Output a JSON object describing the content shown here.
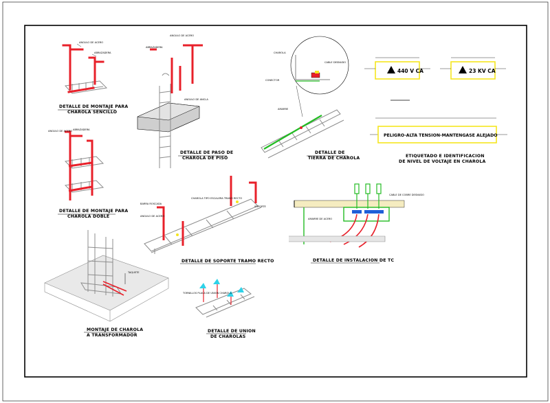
{
  "captions": {
    "sencillo_1": "DETALLE DE MONTAJE PARA",
    "sencillo_2": "CHAROLA SENCILLO",
    "doble_1": "DETALLE DE MONTAJE PARA",
    "doble_2": "CHAROLA DOBLE",
    "paso_1": "DETALLE DE PASO DE",
    "paso_2": "CHAROLA DE PISO",
    "tierra_1": "DETALLE DE",
    "tierra_2": "TIERRA DE CHAROLA",
    "etiquetado_1": "ETIQUETADO E IDENTIFICACION",
    "etiquetado_2": "DE NIVEL DE VOLTAJE EN CHAROLA",
    "soporte": "DETALLE DE SOPORTE TRAMO RECTO",
    "instalacion": "DETALLE DE INSTALACION DE TC",
    "transformador_1": "MONTAJE DE CHAROLA",
    "transformador_2": "A TRANSFORMADOR",
    "union_1": "DETALLE DE UNION",
    "union_2": "DE CHAROLAS"
  },
  "labels": {
    "charola": "CHAROLA",
    "conector": "CONECTOR",
    "cable_desnudo": "CABLE DESNUDO",
    "amarre": "AMARRE",
    "angulo_acero": "ANGULO DE ACERO",
    "abrazadera": "ABRAZADERA",
    "abrazadera_2": "ABRAZADERA",
    "angulo_acero_2": "ANGULO DE ACERO",
    "barra_roscada": "BARRA ROSCADA",
    "angulo_acero_3": "ANGULO DE ACERO",
    "angulo_ancla": "ANGULO DE ANCLA",
    "taquete": "TAQUETE",
    "angulo_acero_4": "ANGULO DE ACERO",
    "charola_tipo": "CHAROLA TIPO ESCALERA TRAMO RECTO",
    "soporte": "SOPORTE",
    "cable_cobre": "CABLE DE COBRE DESNUDO",
    "amarre_acero": "AMARRE DE ACERO",
    "tornillos": "TORNILLOS PLACA DE UNION CHAROLA",
    "abrazadera_3": "ABRAZADERA"
  },
  "signs": {
    "voltage_440": "440 V CA",
    "voltage_23k": "23 KV CA",
    "warning_text": "PELIGRO-ALTA TENSION-MANTENGASE ALEJADO"
  },
  "colors": {
    "frame": "#000000",
    "support_red": "#e8202a",
    "tray_gray": "#8c8c8c",
    "ground_green": "#22bb22",
    "sign_yellow": "#f5e61e",
    "cable_blue": "#1f5fd8",
    "cable_cyan": "#2fd2e8",
    "slab": "#cfcfcf"
  }
}
